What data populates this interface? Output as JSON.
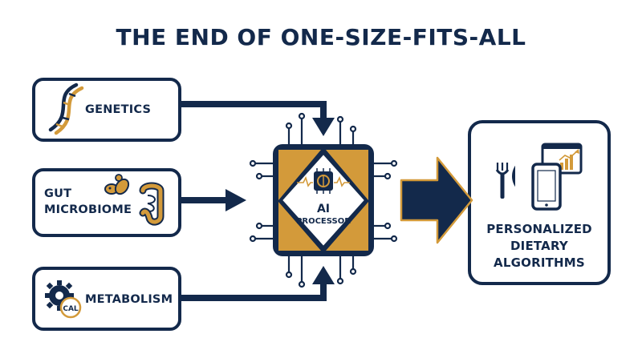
{
  "title": "THE END OF ONE-SIZE-FITS-ALL",
  "inputs": [
    {
      "line1": "GENETICS",
      "icon": "dna-icon"
    },
    {
      "line1": "GUT",
      "line2": "MICROBIOME",
      "icon": "microbiome-icon"
    },
    {
      "line1": "METABOLISM",
      "icon": "metabolism-gear-icon",
      "badge": "CAL"
    }
  ],
  "processor": {
    "line1": "AI",
    "line2": "PROCESSOR"
  },
  "output": {
    "line1": "PERSONALIZED",
    "line2": "DIETARY",
    "line3": "ALGORITHMS"
  },
  "colors": {
    "navy": "#13294b",
    "gold": "#d39a3a",
    "white": "#ffffff"
  }
}
